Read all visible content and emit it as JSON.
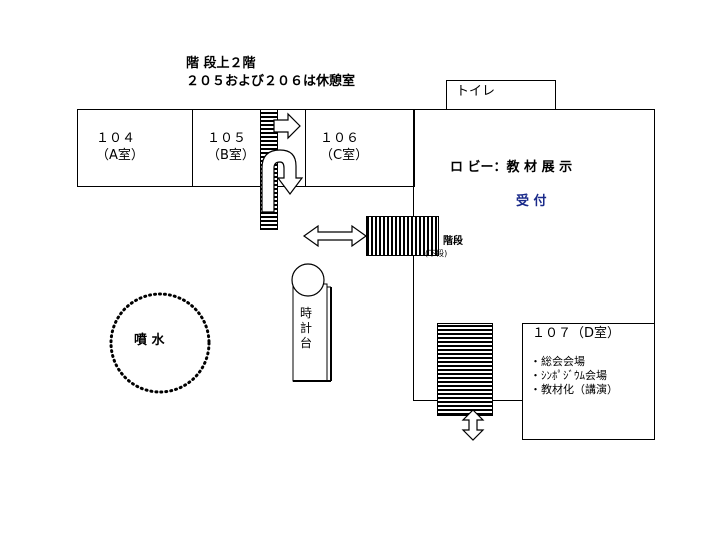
{
  "header": {
    "line1": "階 段上２階",
    "line2": "２０５および２０６は休憩室"
  },
  "rooms": {
    "r104": {
      "number": "１０４",
      "name": "（A室）"
    },
    "r105": {
      "number": "１０５",
      "name": "（B室）"
    },
    "r106": {
      "number": "１０６",
      "name": "（C室）"
    },
    "r107": {
      "title": "１０７（D室）",
      "items": [
        "・総会会場",
        "・ｼﾝﾎﾟｼﾞｳﾑ会場",
        "・教材化（講演）"
      ]
    }
  },
  "toilet": "トイレ",
  "lobby": {
    "title": "ロ ビー：教 材 展 示",
    "reception": "受 付"
  },
  "stairs": {
    "label": "階段",
    "sub": "(下段)"
  },
  "clock": [
    "時",
    "計",
    "台"
  ],
  "fountain": "噴 水",
  "colors": {
    "reception": "#1a2a8a",
    "line": "#000000"
  }
}
